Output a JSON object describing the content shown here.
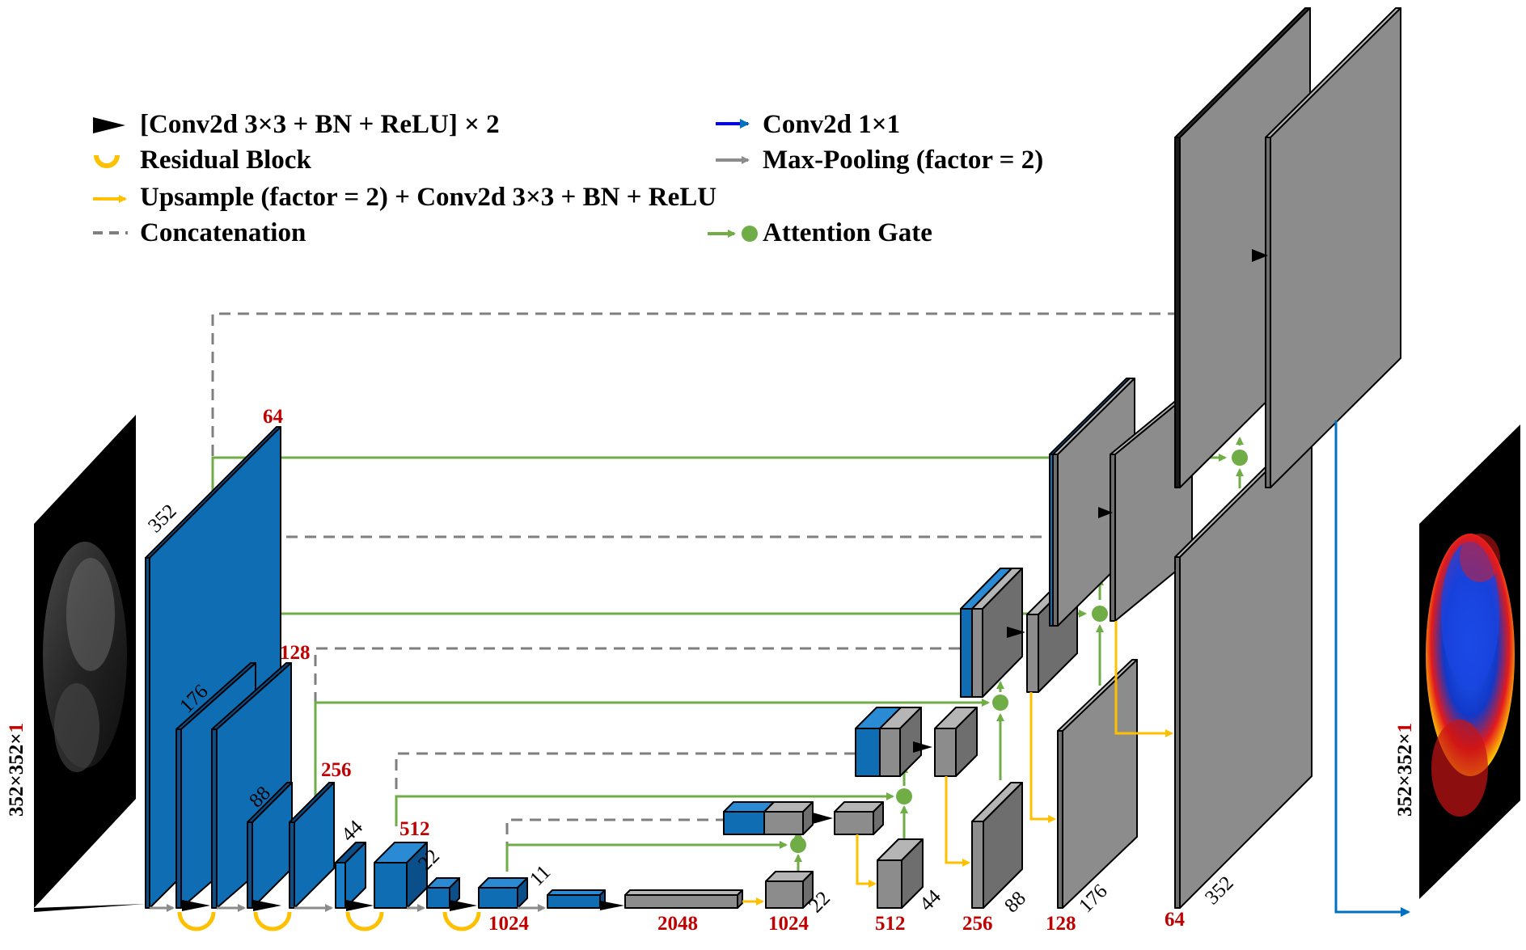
{
  "legend": {
    "conv_block": "[Conv2d 3×3 + BN + ReLU] × 2",
    "residual": "Residual Block",
    "upsample": "Upsample (factor = 2) + Conv2d 3×3 + BN + ReLU",
    "concat": "Concatenation",
    "conv1x1": "Conv2d 1×1",
    "maxpool": "Max-Pooling (factor = 2)",
    "attention": "Attention Gate"
  },
  "io": {
    "input_size_main": "352×352×",
    "input_size_one": "1",
    "output_size_main": "352×352×",
    "output_size_one": "1"
  },
  "encoder": {
    "ch_64": "64",
    "ch_128": "128",
    "ch_256": "256",
    "ch_512": "512",
    "ch_1024": "1024",
    "ch_2048": "2048",
    "sp_352": "352",
    "sp_176": "176",
    "sp_88": "88",
    "sp_44": "44",
    "sp_22": "22",
    "sp_11": "11"
  },
  "decoder": {
    "ch_1024": "1024",
    "ch_512": "512",
    "ch_256": "256",
    "ch_128": "128",
    "ch_64": "64",
    "sp_22": "22",
    "sp_44": "44",
    "sp_88": "88",
    "sp_176": "176",
    "sp_352": "352"
  },
  "colors": {
    "encoder_blue": "#0f6db4",
    "decoder_gray": "#8c8c8c",
    "attention_green": "#70ad47",
    "upsample_yellow": "#ffc000",
    "concat_gray": "#7f7f7f",
    "conv1x1_blue": "#0070c0",
    "label_red": "#c00000"
  }
}
